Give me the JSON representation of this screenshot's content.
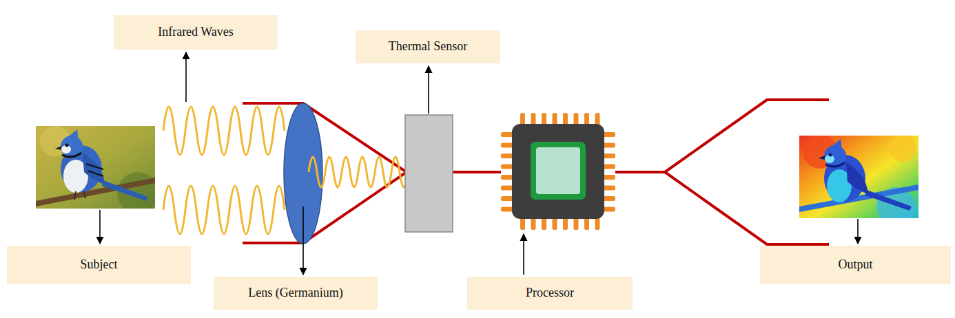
{
  "diagram": {
    "nodes": [
      {
        "text": [
          "Infrared Waves"
        ]
      },
      {
        "text": [
          "Thermal Sensor"
        ]
      },
      {
        "text": [
          "Subject"
        ]
      },
      {
        "text": [
          "Lens (Germanium)"
        ]
      },
      {
        "text": [
          "Processor"
        ]
      },
      {
        "text": [
          "Output"
        ]
      }
    ]
  }
}
